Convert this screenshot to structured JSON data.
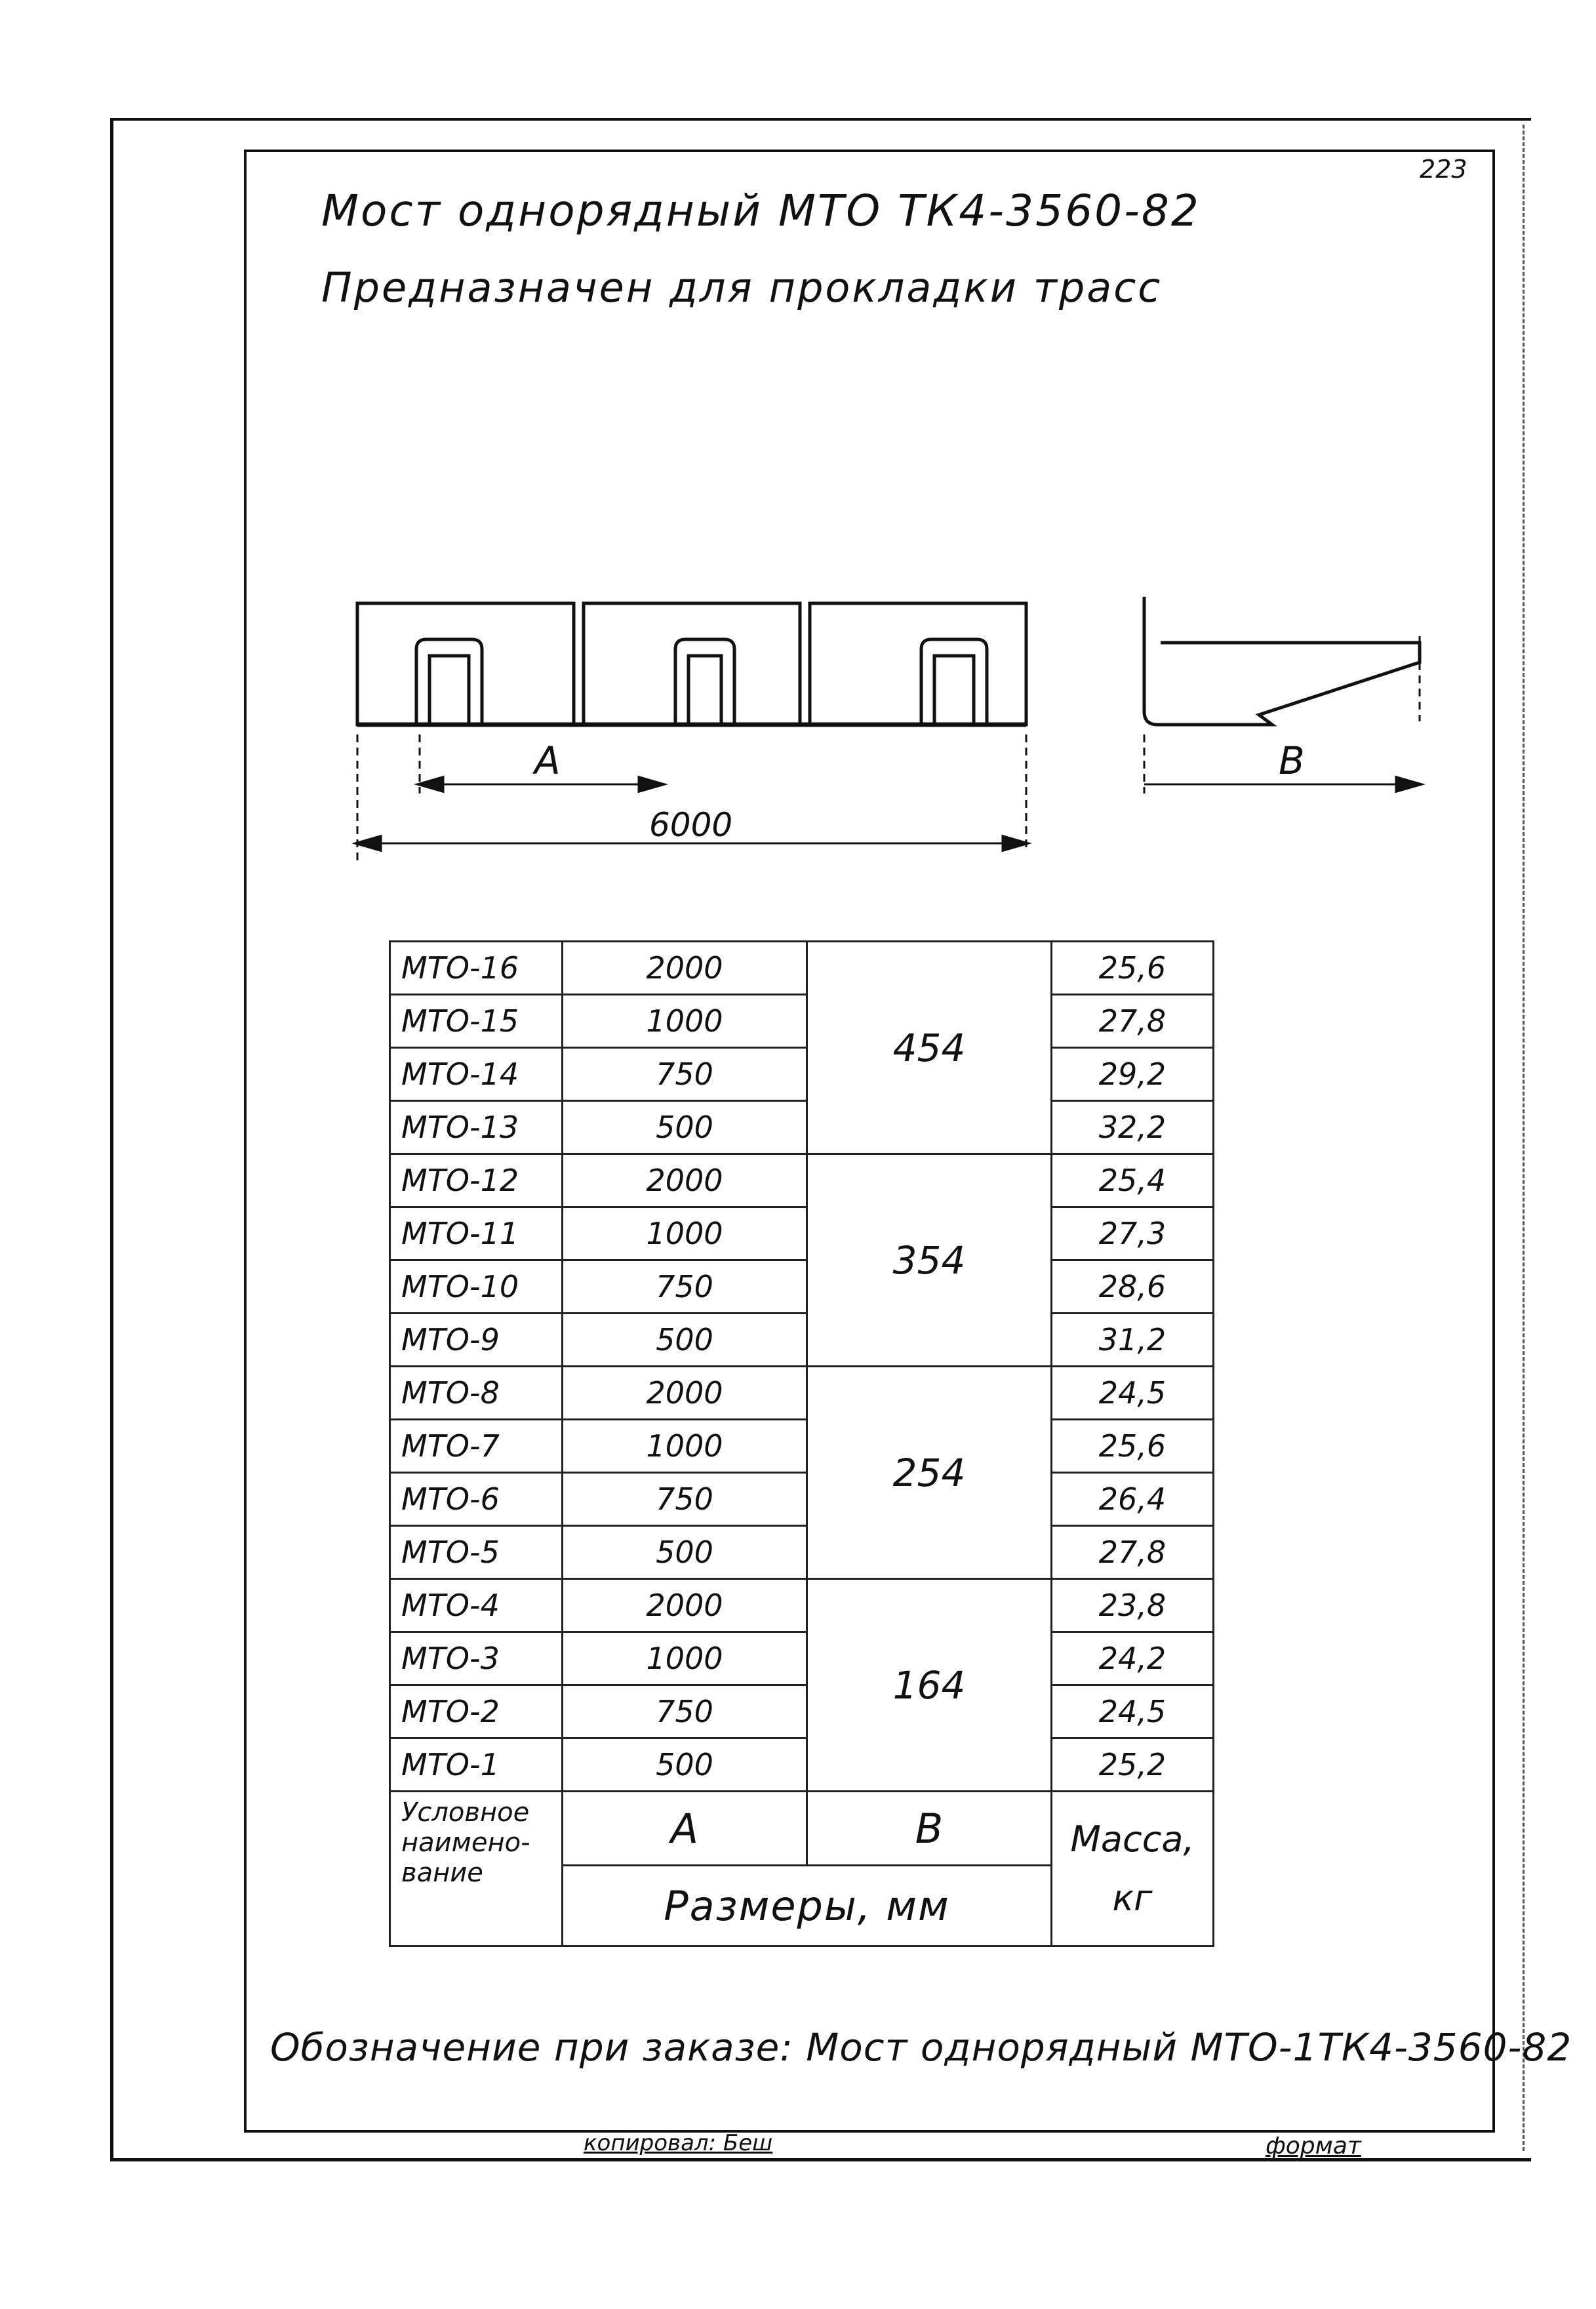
{
  "page_number": "223",
  "title": "Мост однорядный МТО ТК4-3560-82",
  "subtitle": "Предназначен для прокладки трасс",
  "drawing": {
    "dim_a": "А",
    "dim_b": "В",
    "dim_total": "6000"
  },
  "table": {
    "rows": [
      {
        "name": "МТО-16",
        "a": "2000",
        "m": "25,6"
      },
      {
        "name": "МТО-15",
        "a": "1000",
        "m": "27,8"
      },
      {
        "name": "МТО-14",
        "a": "750",
        "m": "29,2"
      },
      {
        "name": "МТО-13",
        "a": "500",
        "m": "32,2"
      },
      {
        "name": "МТО-12",
        "a": "2000",
        "m": "25,4"
      },
      {
        "name": "МТО-11",
        "a": "1000",
        "m": "27,3"
      },
      {
        "name": "МТО-10",
        "a": "750",
        "m": "28,6"
      },
      {
        "name": "МТО-9",
        "a": "500",
        "m": "31,2"
      },
      {
        "name": "МТО-8",
        "a": "2000",
        "m": "24,5"
      },
      {
        "name": "МТО-7",
        "a": "1000",
        "m": "25,6"
      },
      {
        "name": "МТО-6",
        "a": "750",
        "m": "26,4"
      },
      {
        "name": "МТО-5",
        "a": "500",
        "m": "27,8"
      },
      {
        "name": "МТО-4",
        "a": "2000",
        "m": "23,8"
      },
      {
        "name": "МТО-3",
        "a": "1000",
        "m": "24,2"
      },
      {
        "name": "МТО-2",
        "a": "750",
        "m": "24,5"
      },
      {
        "name": "МТО-1",
        "a": "500",
        "m": "25,2"
      }
    ],
    "b_groups": [
      "454",
      "354",
      "254",
      "164"
    ],
    "header": {
      "name": "Условное наимено-вание",
      "a": "А",
      "b": "В",
      "dims": "Размеры, мм",
      "mass": "Масса, кг"
    }
  },
  "order_note": "Обозначение при заказе: Мост однорядный МТО-1ТК4-3560-82",
  "copied_by": "копировал: Беш",
  "format_label": "формат"
}
